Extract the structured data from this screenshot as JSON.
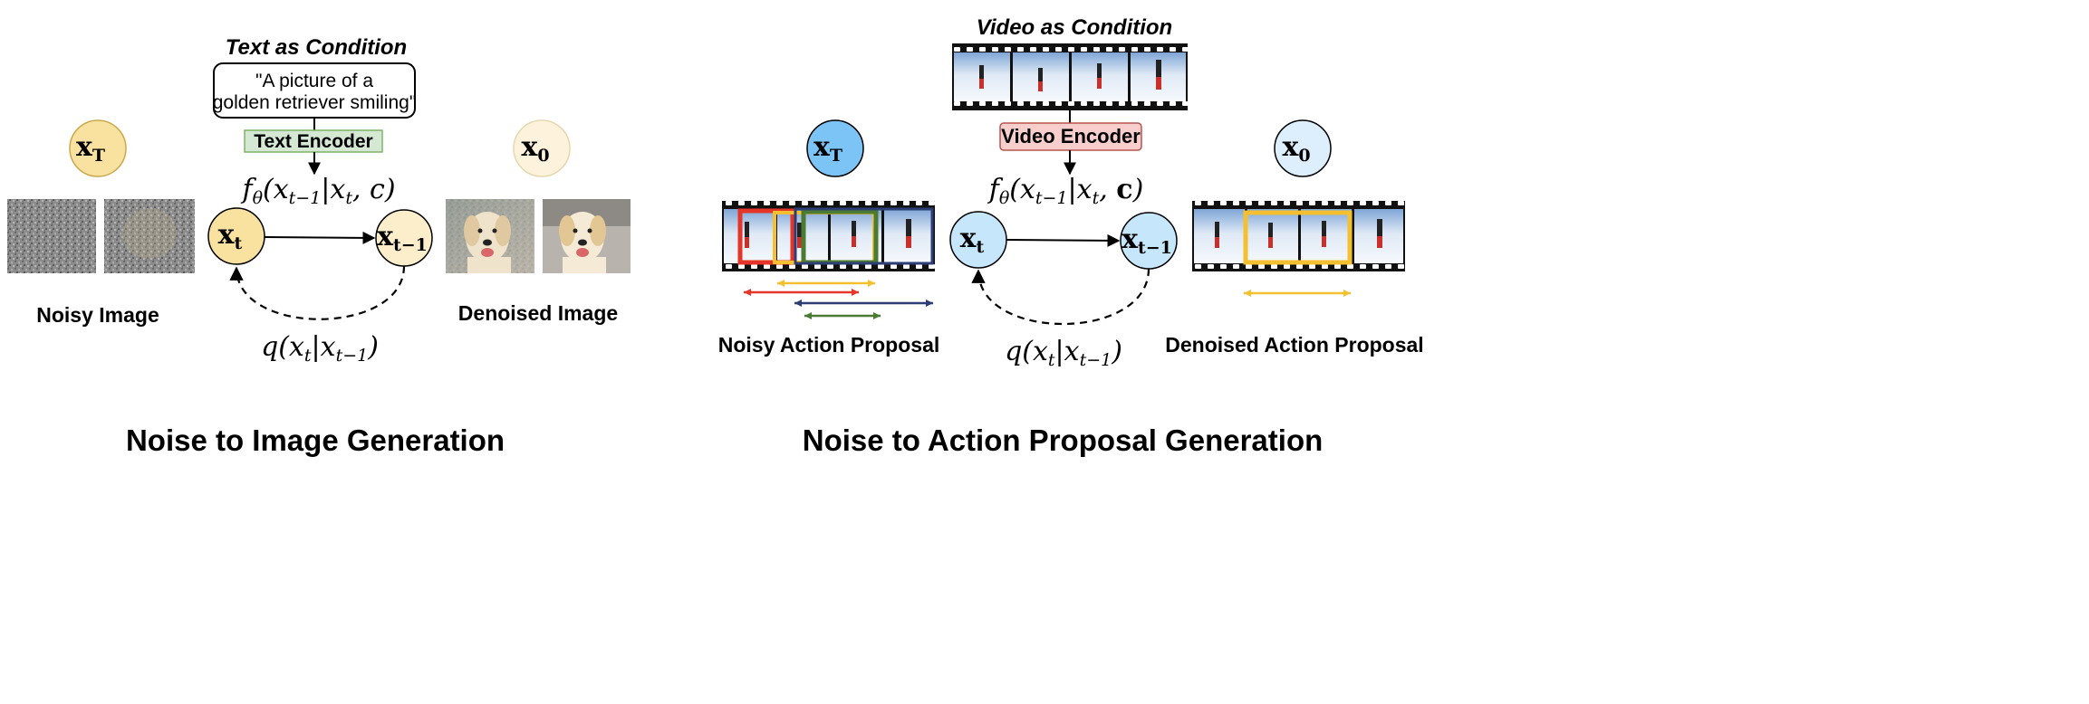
{
  "colors": {
    "noise_circle_fill": "#f9e1a0",
    "noise_circle_stroke": "#c8a94e",
    "x0_image_fill": "#fdf3dc",
    "text_encoder_fill": "#d5e8d4",
    "text_encoder_stroke": "#82b366",
    "video_encoder_fill": "#f8cecc",
    "video_encoder_stroke": "#b85450",
    "xT_video_fill": "#7cc4f6",
    "xt_video_fill": "#c6e6fb",
    "x0_video_fill": "#ddeffc",
    "red": "#e53528",
    "yellow": "#f4c030",
    "green": "#4b7a32",
    "navy": "#2c3e75"
  },
  "left_panel": {
    "condition_title": "Text as Condition",
    "prompt_line1": "\"A picture of a",
    "prompt_line2": "golden retriever smiling\"",
    "encoder_label": "Text Encoder",
    "xT_symbol": "x",
    "xT_sub": "T",
    "x0_symbol": "x",
    "x0_sub": "0",
    "xt_symbol": "x",
    "xt_sub": "t",
    "xt1_symbol": "x",
    "xt1_sub": "t−1",
    "reverse_formula": "fθ(xt−1|xt, c)",
    "forward_formula": "q(xt|xt−1)",
    "noisy_label": "Noisy Image",
    "denoised_label": "Denoised Image",
    "section_title": "Noise to Image Generation"
  },
  "right_panel": {
    "condition_title": "Video as Condition",
    "encoder_label": "Video Encoder",
    "xT_symbol": "x",
    "xT_sub": "T",
    "x0_symbol": "x",
    "x0_sub": "0",
    "xt_symbol": "x",
    "xt_sub": "t",
    "xt1_symbol": "x",
    "xt1_sub": "t−1",
    "reverse_formula": "fθ(xt−1|xt, c)",
    "forward_formula": "q(xt|xt−1)",
    "noisy_label": "Noisy Action Proposal",
    "denoised_label": "Denoised Action Proposal",
    "section_title": "Noise to Action Proposal Generation"
  }
}
